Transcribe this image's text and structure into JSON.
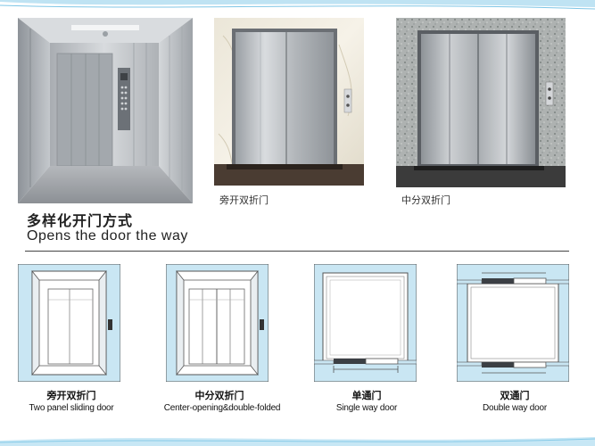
{
  "photos": {
    "side_caption": "旁开双折门",
    "center_caption": "中分双折门"
  },
  "heading": {
    "chinese": "多样化开门方式",
    "english": "Opens the door the way"
  },
  "diagrams": [
    {
      "chinese": "旁开双折门",
      "english": "Two panel sliding door"
    },
    {
      "chinese": "中分双折门",
      "english": "Center-opening&double-folded"
    },
    {
      "chinese": "单通门",
      "english": "Single way door"
    },
    {
      "chinese": "双通门",
      "english": "Double way door"
    }
  ],
  "colors": {
    "diagram_fill": "#c9e6f3",
    "diagram_stroke": "#555555",
    "accent_blue": "#39a6d6"
  }
}
